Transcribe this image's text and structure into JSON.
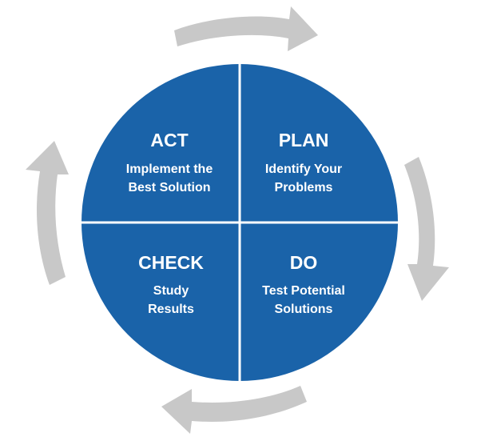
{
  "diagram": {
    "type": "pdca-cycle",
    "circle_color": "#1a63a9",
    "divider_color": "#ffffff",
    "arrow_color": "#c8c8c8",
    "text_color": "#ffffff",
    "quadrants": {
      "act": {
        "title": "ACT",
        "line1": "Implement the",
        "line2": "Best Solution"
      },
      "plan": {
        "title": "PLAN",
        "line1": "Identify Your",
        "line2": "Problems"
      },
      "check": {
        "title": "CHECK",
        "line1": "Study",
        "line2": "Results"
      },
      "do": {
        "title": "DO",
        "line1": "Test Potential",
        "line2": "Solutions"
      }
    },
    "arrows": [
      {
        "position": "top",
        "direction": "clockwise-right"
      },
      {
        "position": "right",
        "direction": "clockwise-down"
      },
      {
        "position": "bottom",
        "direction": "clockwise-left"
      },
      {
        "position": "left",
        "direction": "clockwise-up"
      }
    ]
  }
}
